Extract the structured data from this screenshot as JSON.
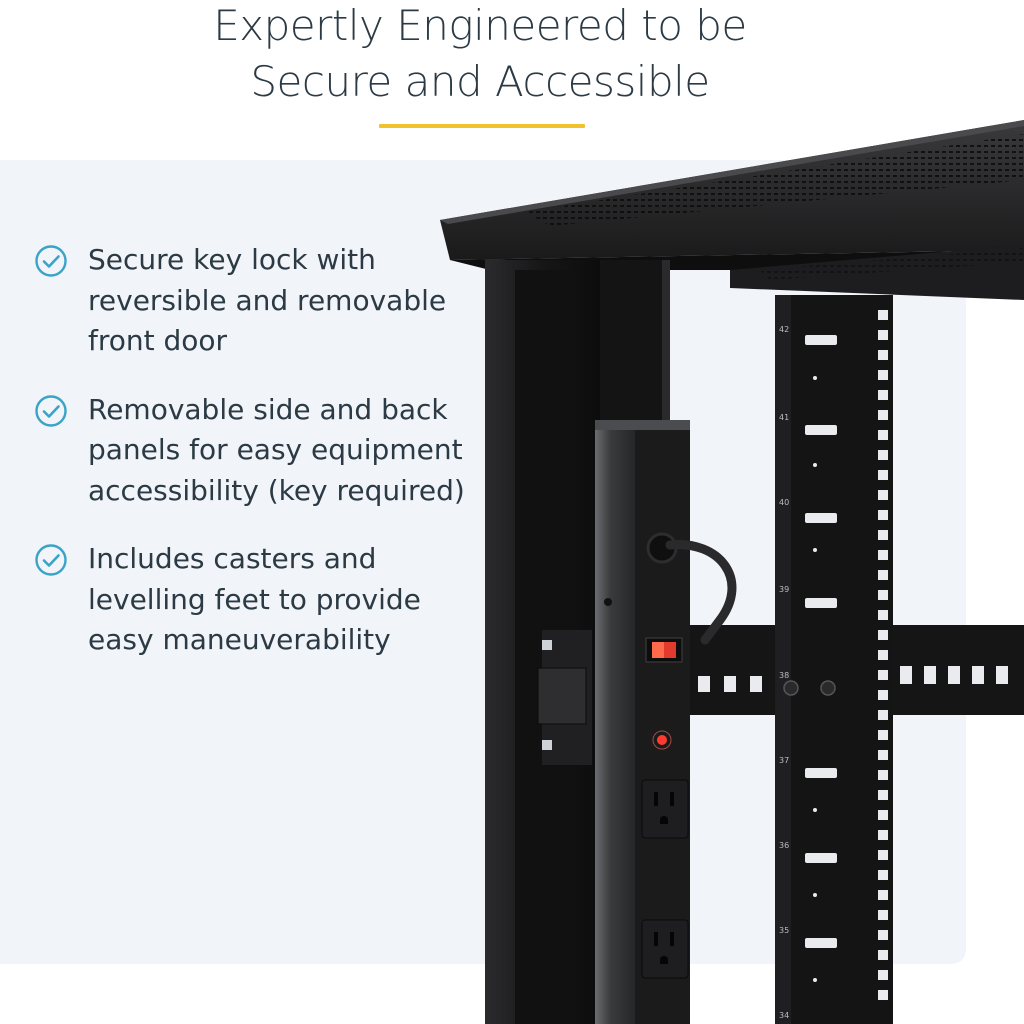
{
  "headline": {
    "line1": "Expertly Engineered to be",
    "line2": "Secure and Accessible"
  },
  "features": [
    {
      "icon": "check-circle-icon",
      "lines": [
        "Secure key lock with",
        "reversible and removable",
        "front door"
      ]
    },
    {
      "icon": "check-circle-icon",
      "lines": [
        "Removable side and back",
        "panels for easy equipment",
        "accessibility (key required)"
      ]
    },
    {
      "icon": "check-circle-icon",
      "lines": [
        "Includes casters and",
        "levelling feet to provide",
        "easy maneuverability"
      ]
    }
  ],
  "rack_unit_labels": [
    "42",
    "41",
    "40",
    "39",
    "38",
    "37",
    "36",
    "35",
    "34"
  ],
  "colors": {
    "accent": "#f2c12e",
    "check": "#3aa3c8",
    "text": "#2b3a44",
    "panel": "#f1f4f8"
  }
}
